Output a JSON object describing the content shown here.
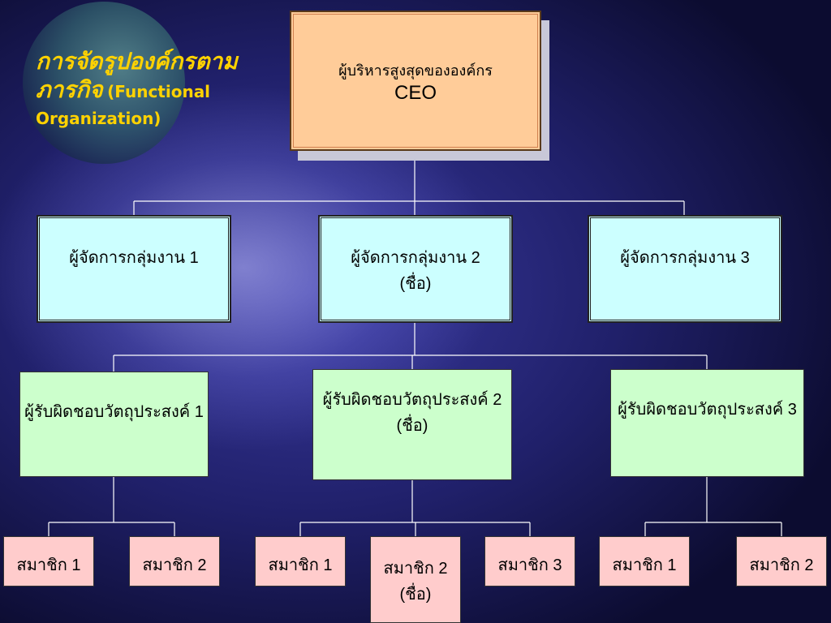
{
  "slide": {
    "title_line1": "การจัดรูปองค์กรตาม",
    "title_line2": "ภารกิจ",
    "title_en1": "(Functional",
    "title_en2": "Organization)"
  },
  "chart": {
    "ceo": {
      "line1": "ผู้บริหารสูงสุดขององค์กร",
      "line2": "CEO"
    },
    "managers": [
      {
        "line1": "ผู้จัดการกลุ่มงาน 1",
        "line2": ""
      },
      {
        "line1": "ผู้จัดการกลุ่มงาน 2",
        "line2": "(ชื่อ)"
      },
      {
        "line1": "ผู้จัดการกลุ่มงาน 3",
        "line2": ""
      }
    ],
    "objectives": [
      {
        "line1": "ผู้รับผิดชอบวัตถุประสงค์ 1",
        "line2": ""
      },
      {
        "line1": "ผู้รับผิดชอบวัตถุประสงค์ 2",
        "line2": "(ชื่อ)"
      },
      {
        "line1": "ผู้รับผิดชอบวัตถุประสงค์ 3",
        "line2": ""
      }
    ],
    "members": [
      {
        "line1": "สมาชิก 1",
        "line2": ""
      },
      {
        "line1": "สมาชิก 2",
        "line2": ""
      },
      {
        "line1": "สมาชิก 1",
        "line2": ""
      },
      {
        "line1": "สมาชิก 2",
        "line2": "(ชื่อ)"
      },
      {
        "line1": "สมาชิก 3",
        "line2": ""
      },
      {
        "line1": "สมาชิก 1",
        "line2": ""
      },
      {
        "line1": "สมาชิก 2",
        "line2": ""
      }
    ]
  }
}
